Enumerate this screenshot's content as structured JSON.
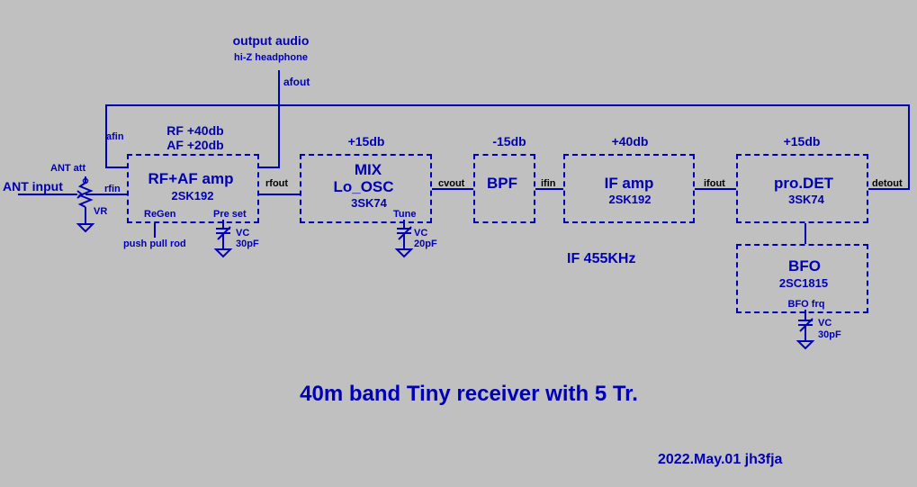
{
  "title": "40m band Tiny receiver with 5 Tr.",
  "credit": "2022.May.01  jh3fja",
  "if_note": "IF 455KHz",
  "output": {
    "label": "output audio",
    "sub": "hi-Z headphone",
    "net": "afout"
  },
  "input": {
    "label": "ANT input",
    "att": "ANT att",
    "vr": "VR",
    "net": "rfin"
  },
  "afin": "afin",
  "blocks": {
    "rfaf": {
      "gain1": "RF +40db",
      "gain2": "AF +20db",
      "title": "RF+AF amp",
      "part": "2SK192",
      "regen": "ReGen",
      "preset": "Pre set",
      "regen_note": "push pull rod",
      "cap": "VC",
      "cap_val": "30pF",
      "out": "rfout"
    },
    "mix": {
      "gain": "+15db",
      "title1": "MIX",
      "title2": "Lo_OSC",
      "part": "3SK74",
      "tune": "Tune",
      "cap": "VC",
      "cap_val": "20pF",
      "out": "cvout"
    },
    "bpf": {
      "gain": "-15db",
      "title": "BPF",
      "out": "ifin"
    },
    "ifamp": {
      "gain": "+40db",
      "title": "IF amp",
      "part": "2SK192",
      "out": "ifout"
    },
    "prodet": {
      "gain": "+15db",
      "title": "pro.DET",
      "part": "3SK74",
      "out": "detout"
    },
    "bfo": {
      "title": "BFO",
      "part": "2SC1815",
      "frq": "BFO frq",
      "cap": "VC",
      "cap_val": "30pF"
    }
  },
  "colors": {
    "background": "#c0c0c0",
    "wire": "#0000b4",
    "net_label": "#000000",
    "ground": "#0000b4"
  }
}
